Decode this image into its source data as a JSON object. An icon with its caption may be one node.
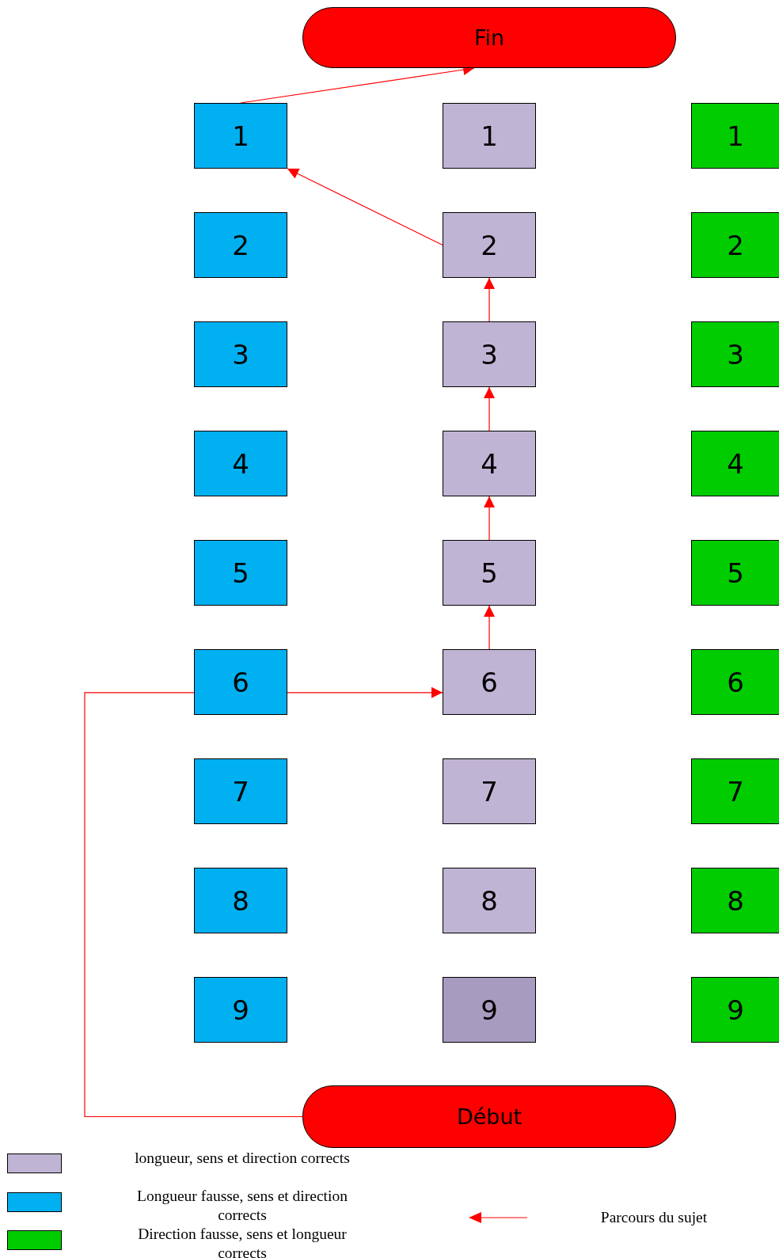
{
  "diagram": {
    "nodes": [
      {
        "text": [
          "Fin"
        ]
      },
      {
        "text": [
          "1"
        ]
      },
      {
        "text": [
          "1"
        ]
      },
      {
        "text": [
          "1"
        ]
      },
      {
        "text": [
          "2"
        ]
      },
      {
        "text": [
          "2"
        ]
      },
      {
        "text": [
          "2"
        ]
      },
      {
        "text": [
          "3"
        ]
      },
      {
        "text": [
          "3"
        ]
      },
      {
        "text": [
          "3"
        ]
      },
      {
        "text": [
          "4"
        ]
      },
      {
        "text": [
          "4"
        ]
      },
      {
        "text": [
          "4"
        ]
      },
      {
        "text": [
          "5"
        ]
      },
      {
        "text": [
          "5"
        ]
      },
      {
        "text": [
          "5"
        ]
      },
      {
        "text": [
          "6"
        ]
      },
      {
        "text": [
          "6"
        ]
      },
      {
        "text": [
          "6"
        ]
      },
      {
        "text": [
          "7"
        ]
      },
      {
        "text": [
          "7"
        ]
      },
      {
        "text": [
          "7"
        ]
      },
      {
        "text": [
          "8"
        ]
      },
      {
        "text": [
          "8"
        ]
      },
      {
        "text": [
          "8"
        ]
      },
      {
        "text": [
          "9"
        ]
      },
      {
        "text": [
          "9"
        ]
      },
      {
        "text": [
          "9"
        ]
      },
      {
        "text": [
          "Début"
        ]
      }
    ],
    "edges": [
      {
        "from": 28,
        "to": 16,
        "arrow": "none"
      },
      {
        "from": 16,
        "to": 17,
        "arrow": "to"
      },
      {
        "from": 17,
        "to": 14,
        "arrow": "to"
      },
      {
        "from": 14,
        "to": 11,
        "arrow": "to"
      },
      {
        "from": 11,
        "to": 8,
        "arrow": "to"
      },
      {
        "from": 8,
        "to": 5,
        "arrow": "to"
      },
      {
        "from": 5,
        "to": 1,
        "arrow": "to"
      },
      {
        "from": 1,
        "to": 0,
        "arrow": "to"
      }
    ],
    "legend": [
      {
        "text": "longueur, sens et direction corrects",
        "color": "#c0b4d4"
      },
      {
        "text": "Longueur fausse, sens et direction corrects",
        "color": "#00b0f0"
      },
      {
        "text": "Direction fausse, sens et longueur corrects",
        "color": "#00cc00"
      },
      {
        "text": "Parcours du sujet"
      }
    ]
  }
}
